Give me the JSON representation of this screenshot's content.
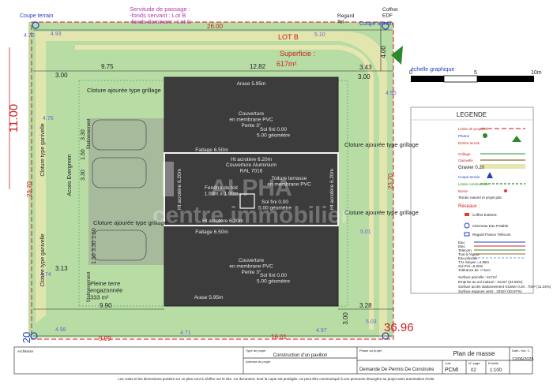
{
  "header": {
    "passage_title": "Servitude de passage :",
    "passage_servant": "-fonds servant : Lot B",
    "passage_dominant": "-fonds dominant : Lot C",
    "coupe_left": "Coupe terrain",
    "coupe_right": "Coupe terrain",
    "regard_tel": "Regard\nTel",
    "coffret_edf": "Coffret\nEDF"
  },
  "lot": {
    "name": "LOT B",
    "surface_label": "Superficie :",
    "surface_value": "617m²"
  },
  "dims": {
    "top_width": "26.00",
    "left_gap": "9.75",
    "building_width": "12.82",
    "right_gap": "3.43",
    "top_setback_left": "3.00",
    "top_setback_right": "3.00",
    "right_edge": "4.00",
    "height_left": "11.00",
    "left_side_a": "23.70",
    "right_side": "23.70",
    "bottom_left": "9.90",
    "bottom_right_gap": "3.28",
    "bottom_setback": "3.00",
    "bottom_total": "16.01",
    "bottom_small": "9.99",
    "left_bottom": "3.13",
    "left_corner": "20",
    "elevation": "36.96",
    "parking_a": "3.30",
    "parking_b": "1.50",
    "parking_c": "3.30",
    "parking_d": "1.50",
    "parking_e": "3.30",
    "parking_f": "1.50",
    "offset_020": "0.20"
  },
  "labels": {
    "cloture_top": "Cloture ajourée type grillage",
    "cloture_mid": "Cloture ajourée type grillage",
    "cloture_right_top": "Cloture ajourée type grillage",
    "cloture_right_bot": "Cloture ajourée type grillage",
    "cloture_left": "Cloture type ganivelle",
    "cloture_left_b": "Cloture type ganivelle",
    "acces": "Acces Evergreen",
    "stationnement": "Stationnement",
    "pleine_terre": "Pleine terre\nengazonnée\n333 m²",
    "arase_top": "Arase 5.95m",
    "arase_bottom": "Arase 5.95m",
    "faitage_top": "Faitage 6.50m",
    "faitage_bottom": "Faitage 6.50m",
    "roof_top": "Couverture\nen membrane PVC\nPente 3°",
    "roof_bottom": "Couverture\nen membrane PVC\nPente 3°",
    "sol_top": "Sol fini 0.00\n5.00 géomètre",
    "sol_bottom": "Sol fini 0.00\n5.00 géomètre",
    "acrotere_top": "Ht acrotère 6.20m",
    "acrotere_bottom": "Ht acrotère 6.20m",
    "acrotere_left": "Ht acrotère 6.20m",
    "acrotere_right": "Ht acrotère 6.20m",
    "couverture_alu": "Couverture Aluminium\nRAL 7016",
    "toiture_terrasse": "Toiture terrasse\nen membrane PVC",
    "fenetre": "Fenêtre de toit\n1.00m x 1.00m",
    "sol_center": "Sol fini 0.00\n5.00 géomètre",
    "watermark": "ALPHA\ncentre immobilier"
  },
  "scale": {
    "label": "échelle graphique",
    "ticks": [
      "0",
      "5",
      "10m"
    ]
  },
  "legend": {
    "title": "LEGENDE",
    "items": [
      "Limite de propriété",
      "Photos",
      "Entrée terrain",
      "Grillage",
      "Ganivelle",
      "Gravier 0.20",
      "Coupe terrain",
      "Limite constructible",
      "Borne",
      "Terrain naturel et projet plat"
    ],
    "reseaux_title": "Réseaux :",
    "reseaux": [
      "Coffret EnEDIS",
      "Citerneau Eau Potable",
      "Regard France Télécom"
    ],
    "lines": [
      "Eau",
      "Elec",
      "Telecom",
      "Tout à l'égout",
      "Eau pluviale"
    ],
    "stats": [
      "T.N. Moyen =4.96m",
      "Sol Fini =5.00m",
      "Tolérance de +/-5cm",
      "Surface parcelle : 617m²",
      "Emprise au sol maison : 214m² (34.59%)",
      "Surface accès stationnement Gravier 0.20 : 70m² (11.34%)",
      "Surface espaces verts : 333m² (53.97%)"
    ]
  },
  "cartouche": {
    "architecte": "Architecte",
    "type_projet_label": "Type de projet",
    "type_projet": "Construction d'un pavillon",
    "adresse_label": "Adresse du projet",
    "phase_label": "Phase du projet",
    "phase": "Demande De Permis De Construire",
    "title": "Plan de masse",
    "lots_label": "Lots",
    "lots": "PCMI",
    "no_page_label": "N° page",
    "no_page": "02",
    "echelle_label": "Echelle",
    "echelle": "1:100",
    "date_label": "Date / Ind. C",
    "date": "12/06/2025",
    "disclaimer": "Les cotes et les dimensions portées sur ce plan sont à vérifier sur le site. Ce document, dont la copie est protégée, ne peut être communiqué à une personne étrangère au projet sans autorisation écrite."
  },
  "colors": {
    "garden": "#b7dca4",
    "path": "#e8e6b0",
    "building": "#3c3c3c",
    "property_line": "#e23a3a",
    "dim_red": "#cc2222",
    "blue": "#2040c0",
    "gravel": "#9a9a9a"
  }
}
